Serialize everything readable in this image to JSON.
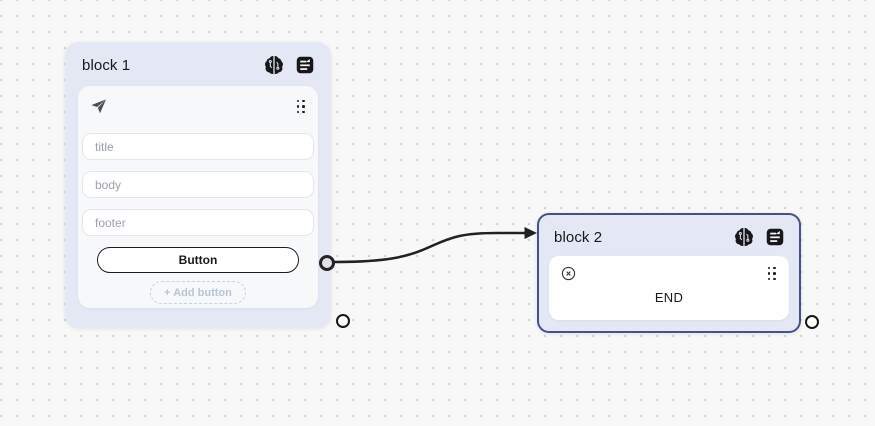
{
  "canvas": {
    "background": "#f8f8f8",
    "dot_color": "#d2d2d5"
  },
  "colors": {
    "block_bg": "#e4e7f4",
    "card_bg": "#f7f8fa",
    "selected_border": "#45518c",
    "edge": "#202125",
    "button_border": "#1b1c20",
    "add_button_text": "#b9c3d8",
    "placeholder_text": "#9aa0ab"
  },
  "blocks": [
    {
      "title": "block 1",
      "header_icons": [
        "ai-brain-icon",
        "note-icon"
      ],
      "node": {
        "type_icon": "send-icon",
        "fields": [
          {
            "placeholder": "title",
            "value": ""
          },
          {
            "placeholder": "body",
            "value": ""
          },
          {
            "placeholder": "footer",
            "value": ""
          }
        ],
        "buttons": [
          {
            "label": "Button"
          }
        ],
        "add_button_label": "+ Add button"
      }
    },
    {
      "title": "block 2",
      "selected": true,
      "header_icons": [
        "ai-brain-icon",
        "note-icon"
      ],
      "node": {
        "type_icon": "x-circle-icon",
        "label": "END"
      }
    }
  ],
  "edge": {
    "from_block": "block 1",
    "from_port": "Button",
    "to_block": "block 2"
  },
  "ports": [
    {
      "of": "block 1 button output",
      "state": "connected"
    },
    {
      "of": "block 1 output",
      "state": "open"
    },
    {
      "of": "block 2 output",
      "state": "open"
    }
  ]
}
